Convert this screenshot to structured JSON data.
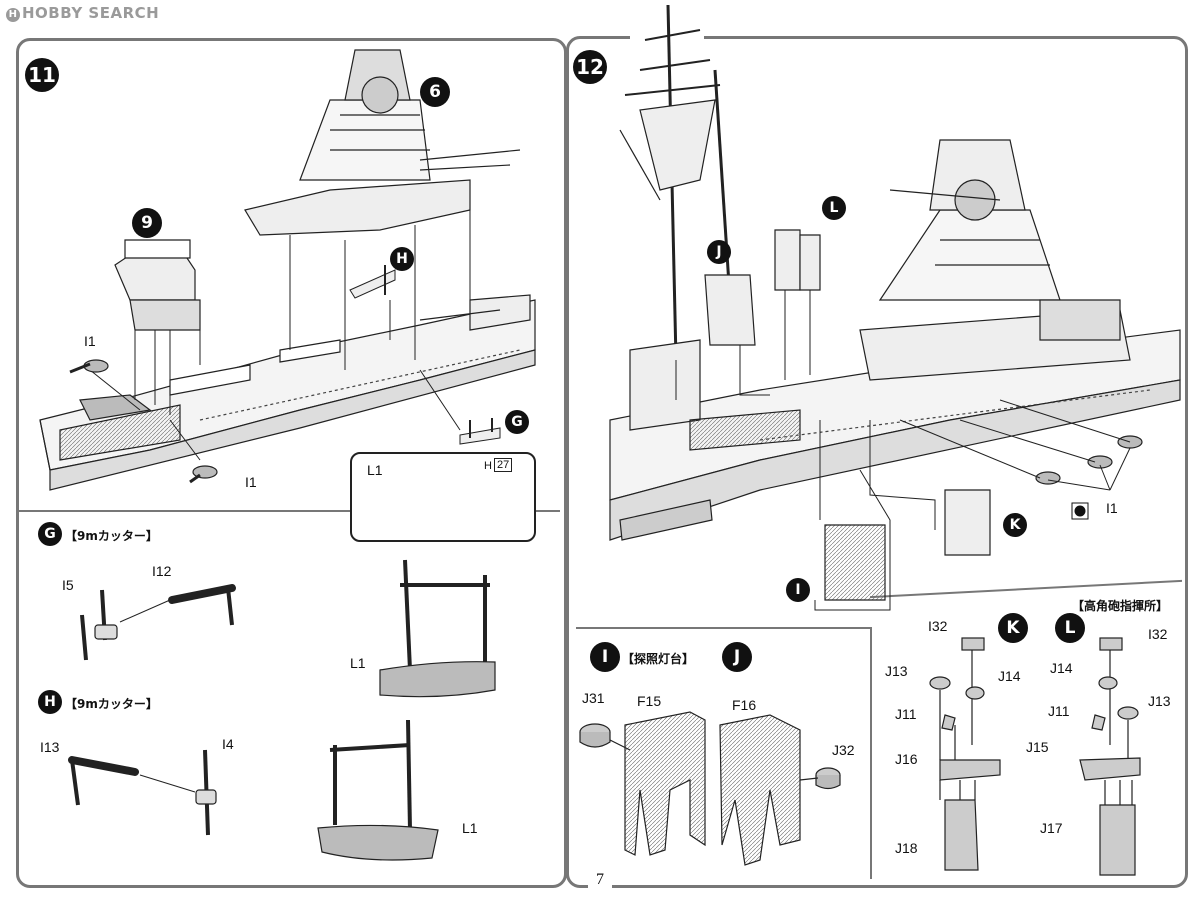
{
  "watermark": {
    "logo_text": "HOBBY SEARCH"
  },
  "page": {
    "number": "7"
  },
  "step11": {
    "number": "11",
    "markers": {
      "m6": "6",
      "m9": "9",
      "mH": "H",
      "mG": "G"
    },
    "labels": {
      "i1_top": "I1",
      "i1_bottom": "I1"
    },
    "inset": {
      "part": "L1",
      "ref": "H",
      "ref_num": "27"
    }
  },
  "subG": {
    "marker": "G",
    "title": "【9mカッター】",
    "parts": {
      "i5": "I5",
      "i12": "I12",
      "l1": "L1"
    }
  },
  "subH": {
    "marker": "H",
    "title": "【9mカッター】",
    "parts": {
      "i13": "I13",
      "i4": "I4",
      "l1": "L1"
    }
  },
  "step12": {
    "number": "12",
    "markers": {
      "mJ": "J",
      "mL": "L",
      "mK": "K",
      "mI": "I"
    },
    "labels": {
      "i1": "I1"
    }
  },
  "subIJ": {
    "marker_i": "I",
    "title": "【探照灯台】",
    "marker_j": "J",
    "parts": {
      "j31": "J31",
      "f15": "F15",
      "f16": "F16",
      "j32": "J32"
    }
  },
  "subKL": {
    "title": "【高角砲指揮所】",
    "marker_k": "K",
    "marker_l": "L",
    "parts": {
      "i32_k": "I32",
      "j13_k": "J13",
      "j14_k": "J14",
      "j11_k": "J11",
      "j16": "J16",
      "j18": "J18",
      "j14_l": "J14",
      "i32_l": "I32",
      "j11_l": "J11",
      "j13_l": "J13",
      "j15": "J15",
      "j17": "J17"
    }
  }
}
